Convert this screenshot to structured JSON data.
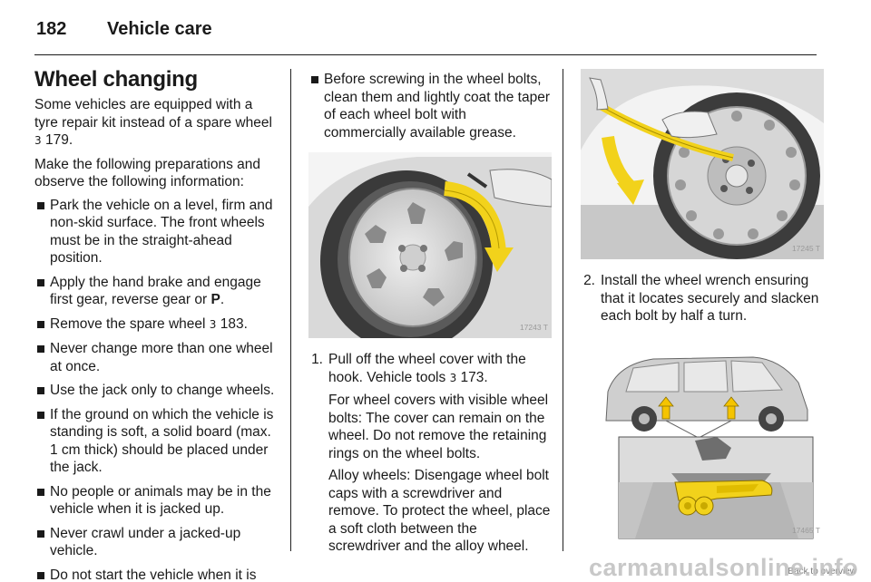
{
  "header": {
    "page_number": "182",
    "section": "Vehicle care"
  },
  "title": "Wheel changing",
  "intro_text": "Some vehicles are equipped with a tyre repair kit instead of a spare wheel",
  "intro_ref": "179.",
  "prep_text": "Make the following preparations and observe the following information:",
  "bullets": [
    "Park the vehicle on a level, firm and non-skid surface. The front wheels must be in the straight-ahead position.",
    "Apply the hand brake and engage first gear, reverse gear or ",
    "Remove the spare wheel ",
    "Never change more than one wheel at once.",
    "Use the jack only to change wheels.",
    "If the ground on which the vehicle is standing is soft, a solid board (max. 1 cm thick) should be placed under the jack.",
    "No people or animals may be in the vehicle when it is jacked up.",
    "Never crawl under a jacked-up vehicle.",
    "Do not start the vehicle when it is raised on the jack."
  ],
  "bullet2_bold": "P",
  "bullet2_end": ".",
  "bullet3_ref": "183.",
  "col2_bullet": "Before screwing in the wheel bolts, clean them and lightly coat the taper of each wheel bolt with commercially available grease.",
  "fig1_label": "17243 T",
  "step1": {
    "num": "1.",
    "text": "Pull off the wheel cover with the hook. Vehicle tools ",
    "ref": "173.",
    "p2": "For wheel covers with visible wheel bolts: The cover can remain on the wheel. Do not remove the retaining rings on the wheel bolts.",
    "p3": "Alloy wheels: Disengage wheel bolt caps with a screwdriver and remove. To protect the wheel, place a soft cloth between the screwdriver and the alloy wheel."
  },
  "fig2_label": "17245 T",
  "step2": {
    "num": "2.",
    "text": "Install the wheel wrench ensuring that it locates securely and slacken each bolt by half a turn."
  },
  "fig3_label": "17465 T",
  "footer_link": "Back to overview",
  "watermark": "carmanualsonline.info",
  "ref_symbol": "3",
  "colors": {
    "text": "#1a1a1a",
    "illustration_yellow": "#f2d21b",
    "arrow_yellow": "#f5c400"
  }
}
